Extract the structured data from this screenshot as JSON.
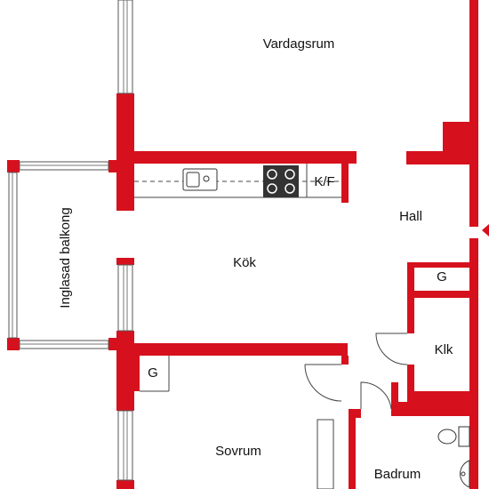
{
  "rooms": {
    "vardagsrum": "Vardagsrum",
    "hall": "Hall",
    "kok": "Kök",
    "balkong": "Inglasad balkong",
    "kf": "K/F",
    "g1": "G",
    "g2": "G",
    "klk": "Klk",
    "sovrum": "Sovrum",
    "badrum": "Badrum"
  },
  "colors": {
    "wall": "#d6111d",
    "background": "#ffffff"
  },
  "icons": [
    "sink-icon",
    "stove-icon",
    "toilet-icon",
    "washbasin-icon",
    "entrance-arrow-icon"
  ]
}
